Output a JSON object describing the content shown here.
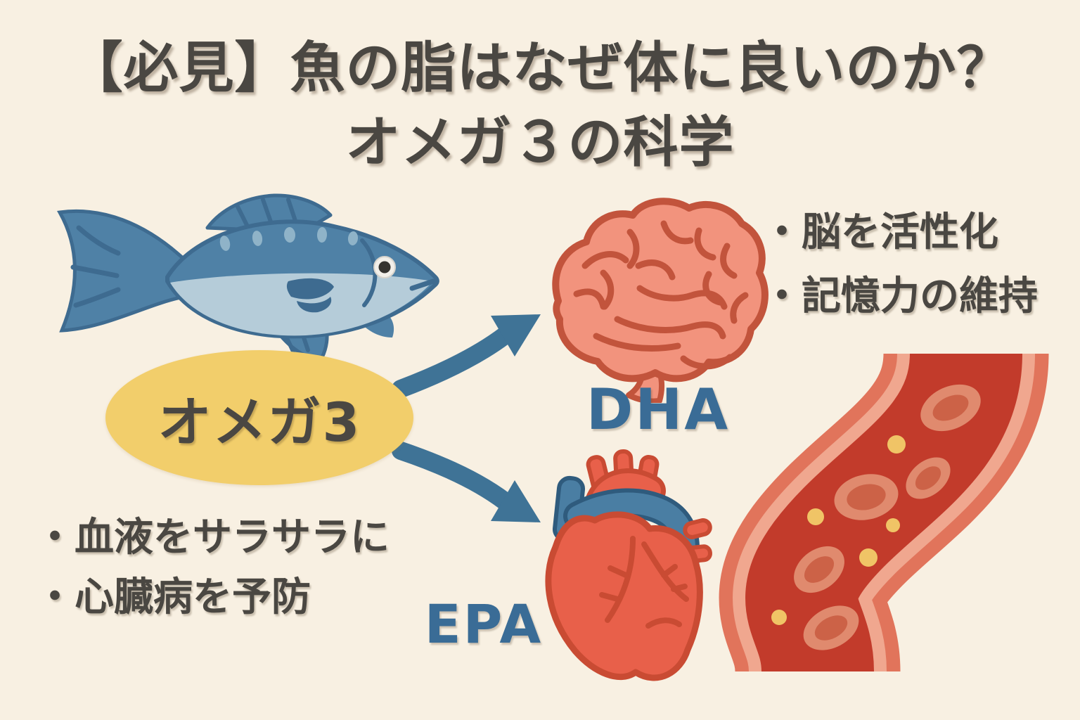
{
  "title": {
    "line1": "【必見】魚の脂はなぜ体に良いのか？",
    "line2": "オメガ３の科学"
  },
  "omega3": {
    "label": "オメガ3"
  },
  "dha": {
    "label": "DHA",
    "organ": "brain",
    "benefits": [
      "・脳を活性化",
      "・記憶力の維持"
    ]
  },
  "epa": {
    "label": "EPA",
    "organ": "heart",
    "benefits": [
      "・血液をサラサラに",
      "・心臓病を予防"
    ]
  },
  "icons": [
    "fish-icon",
    "brain-icon",
    "heart-icon",
    "blood-vessel-icon",
    "arrow-to-dha-icon",
    "arrow-to-epa-icon"
  ],
  "colors": {
    "background": "#F8F0E2",
    "text_dark": "#4A4742",
    "label_blue": "#3A6C96",
    "arrow_blue": "#3F7396",
    "oval_yellow": "#F2CE6B",
    "fish_blue": "#4F81A6",
    "fish_belly": "#B5CCD9",
    "brain_pink": "#F2937D",
    "brain_outline": "#C2543C",
    "heart_red": "#E8604A",
    "heart_outline": "#C94B33",
    "vessel_wall": "#E1745B",
    "vessel_wall_light": "#F0A78F",
    "vessel_lumen": "#C23B2B",
    "blood_cell": "#E08A6E",
    "lipid_dot_yellow": "#F0C466"
  }
}
